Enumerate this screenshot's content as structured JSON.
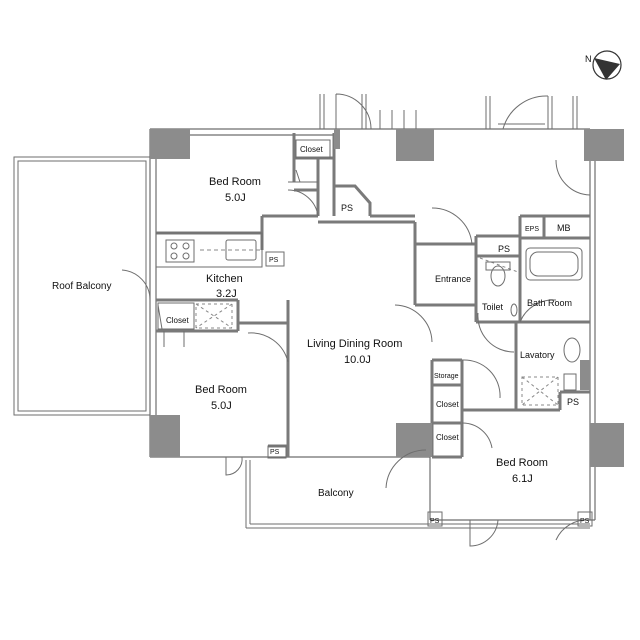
{
  "colors": {
    "wall": "#8c8c8c",
    "wall_dark": "#7a7a7a",
    "line": "#6e6e6e",
    "dash": "#888888",
    "background": "#ffffff"
  },
  "compass": {
    "letter": "N",
    "icon": "north-arrow-icon"
  },
  "rooms": {
    "roof_balcony": "Roof Balcony",
    "bed_room_1": "Bed Room",
    "bed_room_1_size": "5.0J",
    "closet_1": "Closet",
    "ps_1": "PS",
    "kitchen": "Kitchen",
    "kitchen_size": "3.2J",
    "ps_kitchen": "PS",
    "closet_2": "Closet",
    "bed_room_2": "Bed Room",
    "bed_room_2_size": "5.0J",
    "ps_bed2": "PS",
    "living_dining": "Living Dining Room",
    "living_dining_size": "10.0J",
    "entrance": "Entrance",
    "ps_entrance": "PS",
    "toilet": "Toilet",
    "eps": "EPS",
    "mb": "MB",
    "bath_room": "Bath Room",
    "lavatory": "Lavatory",
    "ps_lavatory": "PS",
    "storage": "Storage",
    "closet_3": "Closet",
    "closet_4": "Closet",
    "bed_room_3": "Bed Room",
    "bed_room_3_size": "6.1J",
    "balcony": "Balcony",
    "ps_balcony_left": "PS",
    "ps_balcony_right": "PS"
  }
}
